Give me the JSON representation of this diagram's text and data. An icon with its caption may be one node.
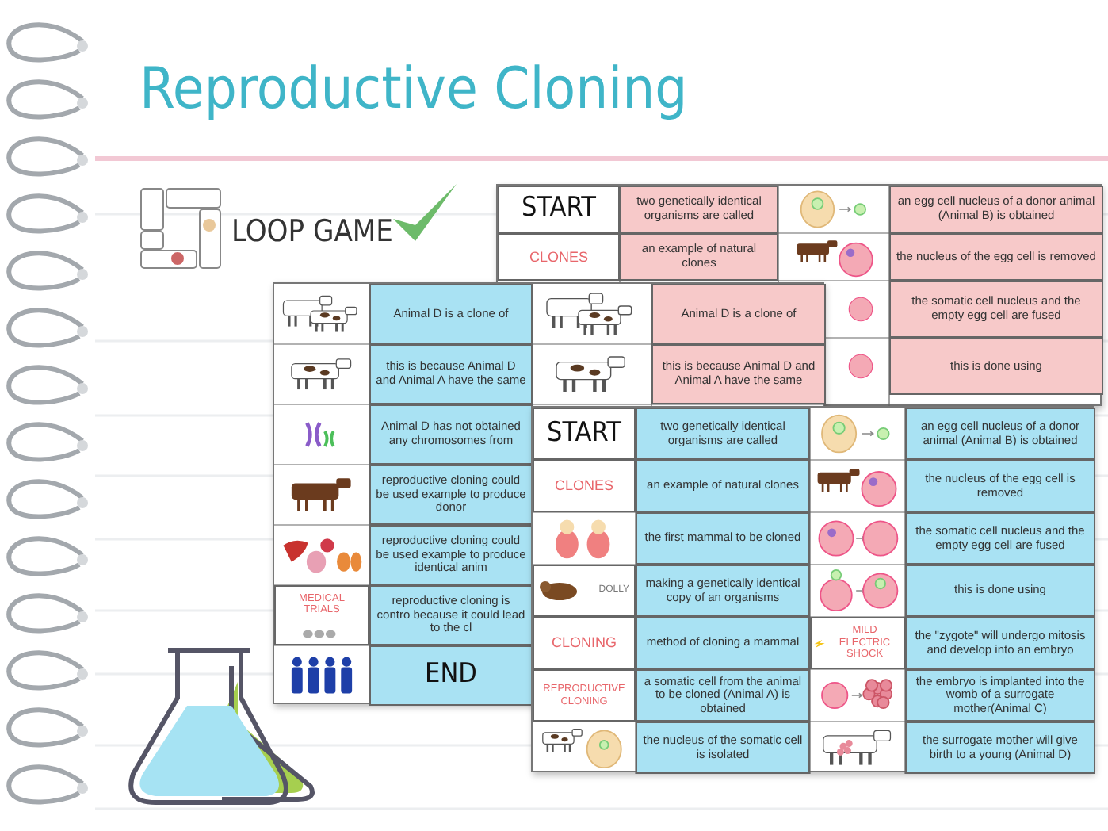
{
  "diagram": {
    "title": "Reproductive Cloning",
    "nodes": [
      {
        "text": [
          "START"
        ]
      },
      {
        "text": [
          "two genetically identical organisms are called"
        ]
      },
      {
        "text": [
          "an egg cell nucleus of a donor animal (Animal B) is obtained"
        ]
      },
      {
        "text": [
          "CLONES"
        ]
      },
      {
        "text": [
          "an example of natural clones"
        ]
      },
      {
        "text": [
          "the nucleus of the egg cell is removed"
        ]
      },
      {
        "text": [
          "the somatic cell nucleus and the empty egg cell are fused"
        ]
      },
      {
        "text": [
          "this is done using"
        ]
      },
      {
        "text": [
          "Animal D is a clone of"
        ]
      },
      {
        "text": [
          "Animal D is a clone of"
        ]
      },
      {
        "text": [
          "this is because Animal D and Animal A have the same"
        ]
      },
      {
        "text": [
          "this is because Animal D and Animal A have the same"
        ]
      },
      {
        "text": [
          "Animal D has not obtained any chromosomes from"
        ]
      },
      {
        "text": [
          "reproductive cloning could be used example to produce donor"
        ]
      },
      {
        "text": [
          "reproductive cloning could be used example to produce identical anim"
        ]
      },
      {
        "text": [
          "MEDICAL TRIALS"
        ]
      },
      {
        "text": [
          "reproductive cloning is contro because it could lead to the cl"
        ]
      },
      {
        "text": [
          "END"
        ]
      },
      {
        "text": [
          "START"
        ]
      },
      {
        "text": [
          "two genetically identical organisms are called"
        ]
      },
      {
        "text": [
          "an egg cell nucleus of a donor animal (Animal B) is obtained"
        ]
      },
      {
        "text": [
          "CLONES"
        ]
      },
      {
        "text": [
          "an example of natural clones"
        ]
      },
      {
        "text": [
          "the nucleus of the egg cell is removed"
        ]
      },
      {
        "text": [
          "the first mammal to be cloned"
        ]
      },
      {
        "text": [
          "the somatic cell nucleus and the empty egg cell are fused"
        ]
      },
      {
        "text": [
          "DOLLY"
        ]
      },
      {
        "text": [
          "making a genetically identical copy of an organisms"
        ]
      },
      {
        "text": [
          "this is done using"
        ]
      },
      {
        "text": [
          "CLONING"
        ]
      },
      {
        "text": [
          "method of cloning a mammal"
        ]
      },
      {
        "text": [
          "MILD ELECTRIC SHOCK"
        ]
      },
      {
        "text": [
          "the \"zygote\" will undergo mitosis and develop into an embryo"
        ]
      },
      {
        "text": [
          "REPRODUCTIVE CLONING"
        ]
      },
      {
        "text": [
          "a somatic cell from the animal to be cloned (Animal A) is obtained"
        ]
      },
      {
        "text": [
          "the embryo is implanted into the womb of a surrogate mother(Animal C)"
        ]
      },
      {
        "text": [
          "the nucleus of the somatic cell is isolated"
        ]
      },
      {
        "text": [
          "the surrogate mother will give birth to a young (Animal D)"
        ]
      }
    ],
    "labels": [
      "LOOP GAME"
    ]
  }
}
